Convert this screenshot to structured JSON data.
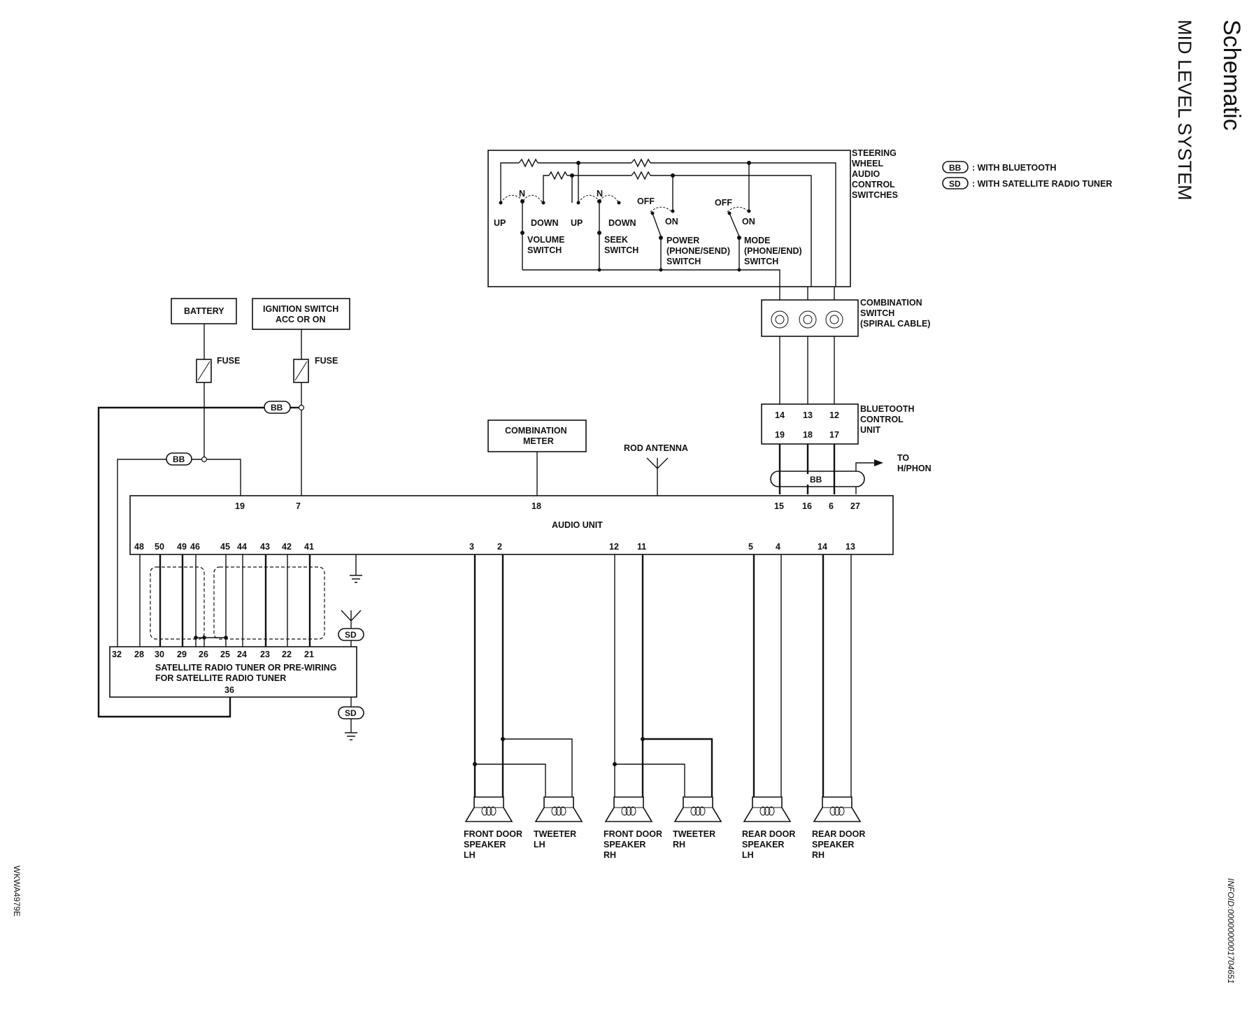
{
  "header": {
    "title": "Schematic",
    "subtitle": "MID LEVEL SYSTEM",
    "info_id": "INFOID:0000000001704651",
    "figure_id": "WKWA4979E"
  },
  "legend": {
    "bb_tag": "BB",
    "bb_text": ": WITH BLUETOOTH",
    "sd_tag": "SD",
    "sd_text": ": WITH SATELLITE RADIO TUNER"
  },
  "steering": {
    "label": [
      "STEERING",
      "WHEEL",
      "AUDIO",
      "CONTROL",
      "SWITCHES"
    ],
    "n1": "N",
    "n2": "N",
    "up1": "UP",
    "down1": "DOWN",
    "up2": "UP",
    "down2": "DOWN",
    "off1": "OFF",
    "on1": "ON",
    "off2": "OFF",
    "on2": "ON",
    "volume": [
      "VOLUME",
      "SWITCH"
    ],
    "seek": [
      "SEEK",
      "SWITCH"
    ],
    "power": [
      "POWER",
      "(PHONE/SEND)",
      "SWITCH"
    ],
    "mode": [
      "MODE",
      "(PHONE/END)",
      "SWITCH"
    ]
  },
  "combination_switch": {
    "label": [
      "COMBINATION",
      "SWITCH",
      "(SPIRAL CABLE)"
    ]
  },
  "bluetooth": {
    "label": [
      "BLUETOOTH",
      "CONTROL",
      "UNIT"
    ],
    "top_pins": [
      "14",
      "13",
      "12"
    ],
    "bottom_pins": [
      "19",
      "18",
      "17"
    ],
    "bundle_tag": "BB",
    "to_label": [
      "TO",
      "H/PHON"
    ]
  },
  "battery": "BATTERY",
  "ignition": [
    "IGNITION SWITCH",
    "ACC OR ON"
  ],
  "fuse1": "FUSE",
  "fuse2": "FUSE",
  "bb_tag1": "BB",
  "bb_tag2": "BB",
  "combination_meter": [
    "COMBINATION",
    "METER"
  ],
  "rod_antenna": "ROD ANTENNA",
  "audio_unit": {
    "label": "AUDIO UNIT",
    "top_pins": [
      "19",
      "7",
      "18",
      "15",
      "16",
      "6",
      "27"
    ],
    "bottom_pins": [
      "48",
      "50",
      "49",
      "46",
      "45",
      "44",
      "43",
      "42",
      "41",
      "3",
      "2",
      "12",
      "11",
      "5",
      "4",
      "14",
      "13"
    ]
  },
  "sat_tuner": {
    "label": [
      "SATELLITE RADIO TUNER OR PRE-WIRING",
      "FOR SATELLITE RADIO TUNER"
    ],
    "top_pins": [
      "32",
      "28",
      "30",
      "29",
      "26",
      "25",
      "24",
      "23",
      "22",
      "21"
    ],
    "bottom_pin": "36",
    "sd_tag1": "SD",
    "sd_tag2": "SD"
  },
  "speakers": [
    {
      "lines": [
        "FRONT DOOR",
        "SPEAKER",
        "LH"
      ]
    },
    {
      "lines": [
        "TWEETER",
        "LH"
      ]
    },
    {
      "lines": [
        "FRONT DOOR",
        "SPEAKER",
        "RH"
      ]
    },
    {
      "lines": [
        "TWEETER",
        "RH"
      ]
    },
    {
      "lines": [
        "REAR DOOR",
        "SPEAKER",
        "LH"
      ]
    },
    {
      "lines": [
        "REAR DOOR",
        "SPEAKER",
        "RH"
      ]
    }
  ]
}
